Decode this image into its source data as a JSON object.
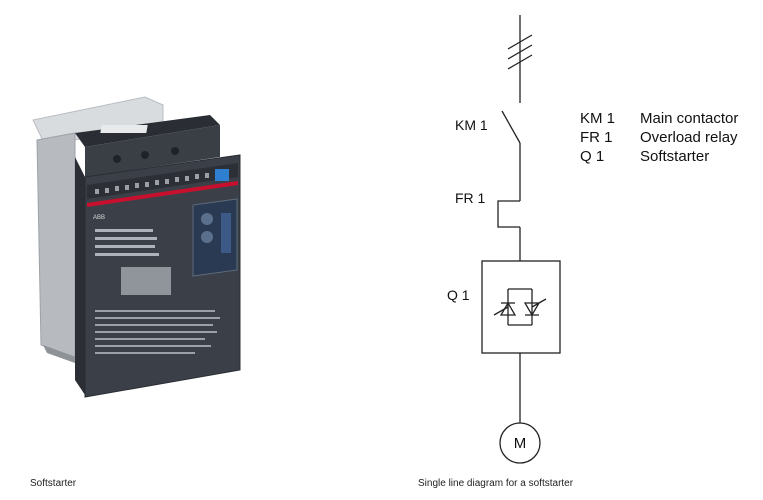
{
  "captions": {
    "left": "Softstarter",
    "right": "Single line diagram for a softstarter"
  },
  "device": {
    "brand": "ABB",
    "colors": {
      "body": "#3b4048",
      "side": "#9aa0a6",
      "accent": "#c8102e",
      "knob": "#2f7fd0"
    }
  },
  "diagram": {
    "labels": {
      "contactor": "KM 1",
      "relay": "FR 1",
      "starter": "Q 1",
      "motor": "M"
    }
  },
  "legend": [
    {
      "code": "KM 1",
      "desc": "Main contactor"
    },
    {
      "code": "FR 1",
      "desc": "Overload relay"
    },
    {
      "code": "Q 1",
      "desc": "Softstarter"
    }
  ]
}
